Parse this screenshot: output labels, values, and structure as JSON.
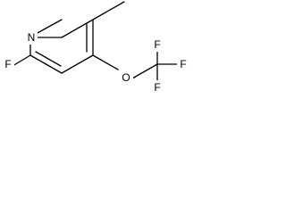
{
  "structure": {
    "atoms": [
      {
        "id": "N1",
        "label": "N"
      },
      {
        "id": "F_ring",
        "label": "F"
      },
      {
        "id": "O1",
        "label": "O"
      },
      {
        "id": "F_a",
        "label": "F"
      },
      {
        "id": "F_b",
        "label": "F"
      },
      {
        "id": "F_c",
        "label": "F"
      }
    ]
  },
  "colors": {
    "bond": "#000000",
    "label": "#000000",
    "background": "#ffffff"
  }
}
